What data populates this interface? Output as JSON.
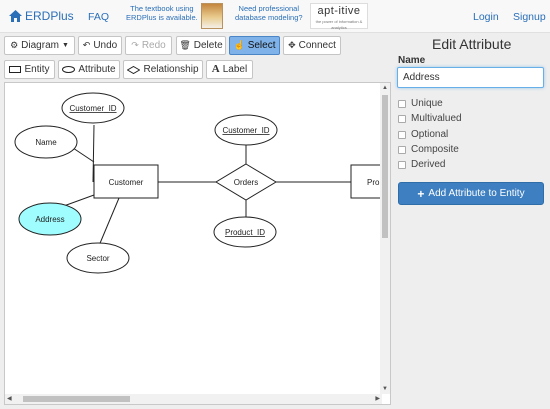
{
  "navbar": {
    "brand": "ERDPlus",
    "faq": "FAQ",
    "promo_textbook": [
      "The textbook using",
      "ERDPlus is available."
    ],
    "promo_modeling": [
      "Need professional",
      "database modeling?"
    ],
    "sponsor_logo": "apt-itive",
    "sponsor_tagline": "the power of information & analytics",
    "login": "Login",
    "signup": "Signup"
  },
  "toolbar": {
    "diagram": "Diagram",
    "undo": "Undo",
    "redo": "Redo",
    "delete": "Delete",
    "select": "Select",
    "connect": "Connect",
    "entity": "Entity",
    "attribute": "Attribute",
    "relationship": "Relationship",
    "label": "Label"
  },
  "diagram": {
    "entities": [
      "Customer",
      "Pro"
    ],
    "relationships": [
      "Orders"
    ],
    "attributes": {
      "customer_id_left": "Customer_ID",
      "name": "Name",
      "address": "Address",
      "sector": "Sector",
      "customer_id_right": "Customer_ID",
      "product_id": "Product_ID"
    },
    "colors": {
      "selected_fill": "#9ffcff",
      "stroke": "#222222"
    }
  },
  "panel": {
    "title": "Edit Attribute",
    "name_label": "Name",
    "name_value": "Address",
    "options": [
      "Unique",
      "Multivalued",
      "Optional",
      "Composite",
      "Derived"
    ],
    "add_button": "Add Attribute to Entity"
  },
  "colors": {
    "accent": "#2a6fb8",
    "primary_button": "#3d7fc1",
    "active_tool": "#7fb2e8"
  }
}
